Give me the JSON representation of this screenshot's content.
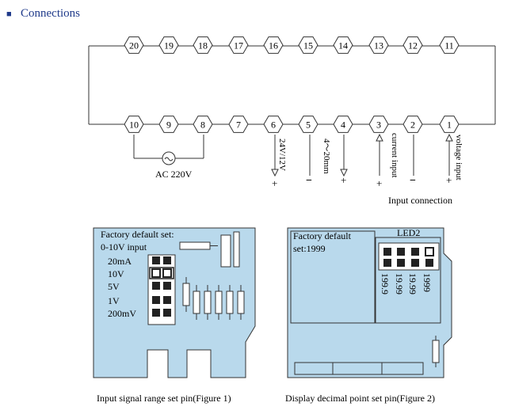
{
  "heading": {
    "bullet": "■",
    "text": "Connections"
  },
  "terminals": {
    "top": [
      "20",
      "19",
      "18",
      "17",
      "16",
      "15",
      "14",
      "13",
      "12",
      "11"
    ],
    "bottom": [
      "10",
      "9",
      "8",
      "7",
      "6",
      "5",
      "4",
      "3",
      "2",
      "1"
    ]
  },
  "power": {
    "label": "AC 220V"
  },
  "output_labels": {
    "supply": "24V/12V",
    "current_out": "4～20mm",
    "current_in": "current input",
    "voltage_in": "voltage input",
    "plus": "+",
    "minus": "−",
    "input_connection": "Input connection"
  },
  "figure1": {
    "title_line1": "Factory default set:",
    "title_line2": "0-10V input",
    "options": [
      "20mA",
      "10V",
      "5V",
      "1V",
      "200mV"
    ],
    "caption": "Input signal range set pin(Figure 1)"
  },
  "figure2": {
    "title_line1": "Factory default",
    "title_line2": "set:1999",
    "led_label": "LED2",
    "decimal_options": [
      "1999",
      "19.99",
      "19.99",
      "199.9"
    ],
    "caption": "Display decimal point set pin(Figure 2)"
  },
  "colors": {
    "board": "#b9d9ec",
    "heading": "#1f3a8a",
    "bullet": "#1f3a8a"
  }
}
